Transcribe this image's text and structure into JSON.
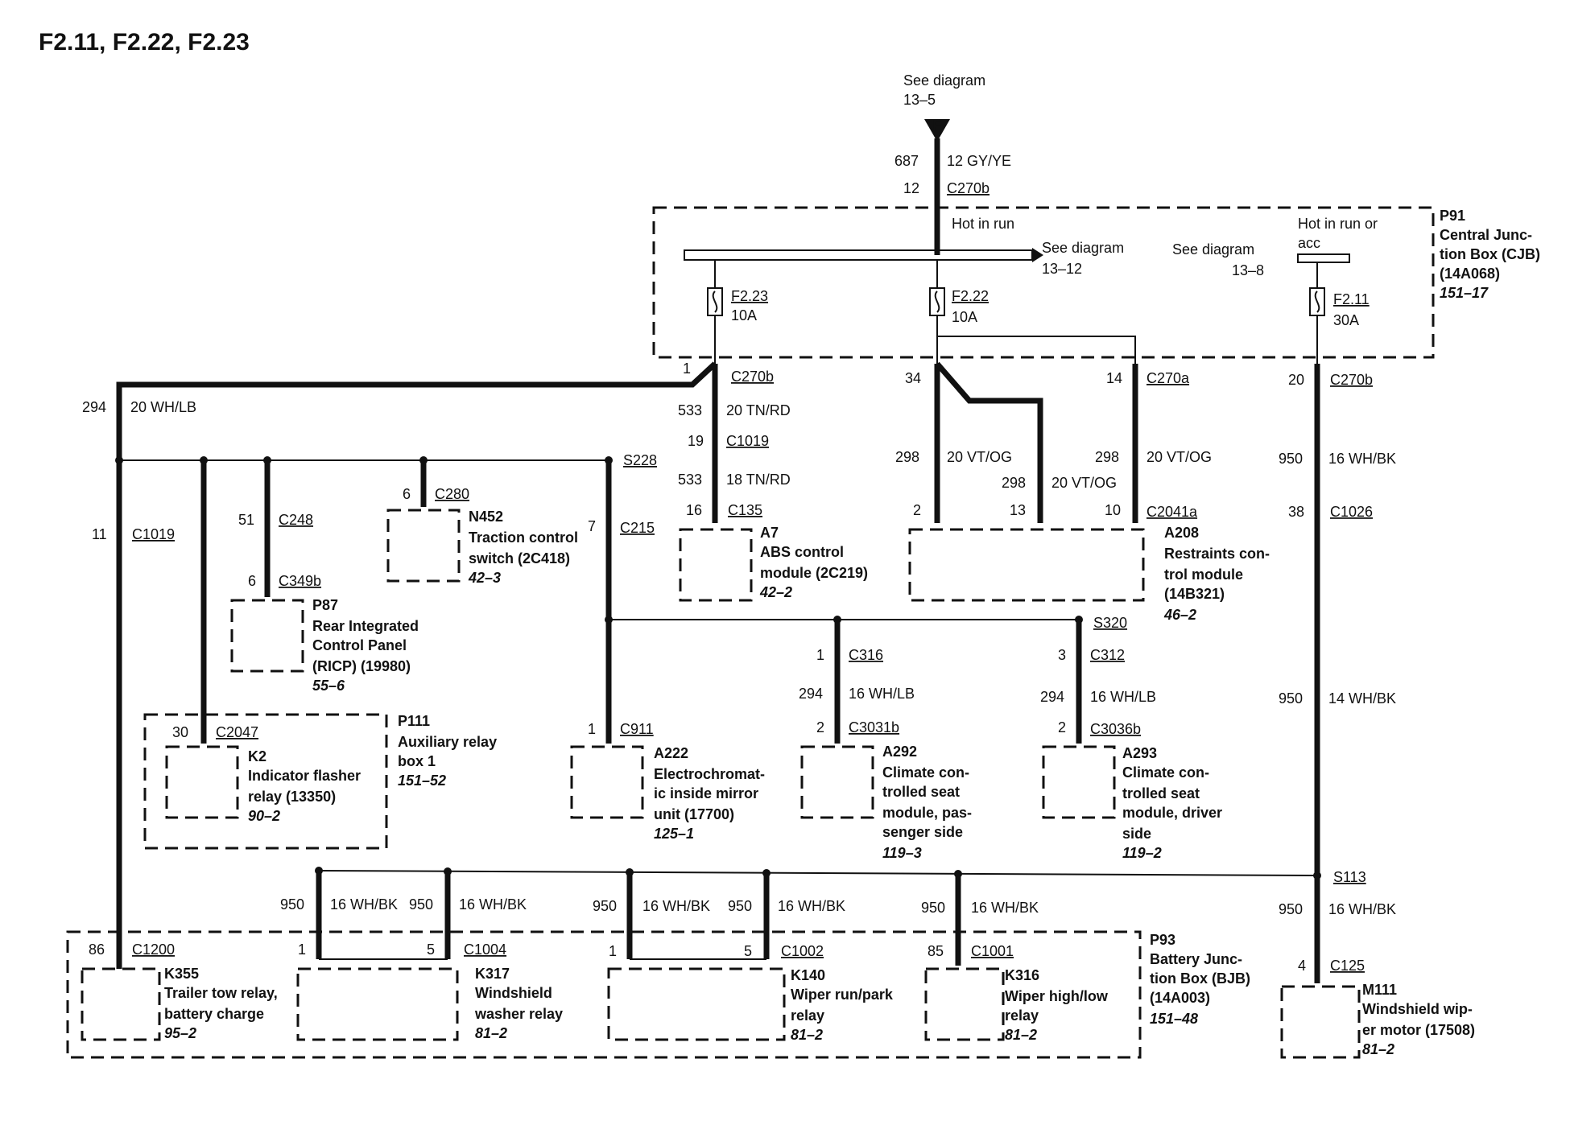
{
  "title": "F2.11, F2.22, F2.23",
  "top_ref": {
    "line1": "See diagram",
    "line2": "13–5",
    "symbol": "F"
  },
  "labels": {
    "c687": "687",
    "gyye": "12 GY/YE",
    "c12": "12",
    "c270b_top": "C270b",
    "hot_run": "Hot in run",
    "see_1312_a": "See diagram",
    "see_1312_b": "13–12",
    "see_138_a": "See diagram",
    "see_138_b": "13–8",
    "hot_runacc_a": "Hot in run or",
    "hot_runacc_b": "acc",
    "f223": "F2.23",
    "f223a": "10A",
    "f222": "F2.22",
    "f222a": "10A",
    "f211": "F2.11",
    "f211a": "30A",
    "p91_id": "P91",
    "p91_l1": "Central Junc-",
    "p91_l2": "tion Box (CJB)",
    "p91_l3": "(14A068)",
    "p91_ref": "151–17",
    "w294": "294",
    "whlb20": "20 WH/LB",
    "pin1": "1",
    "c270b_a": "C270b",
    "w533a": "533",
    "tnrd20": "20 TN/RD",
    "pin19": "19",
    "c1019_a": "C1019",
    "w533b": "533",
    "tnrd18": "18 TN/RD",
    "pin16": "16",
    "c135": "C135",
    "pin34": "34",
    "pin14": "14",
    "c270a": "C270a",
    "w298a": "298",
    "vtog_a": "20 VT/OG",
    "w298b": "298",
    "vtog_b": "20 VT/OG",
    "w298c": "298",
    "vtog_c": "20 VT/OG",
    "pin2": "2",
    "pin13": "13",
    "pin10": "10",
    "c2041a": "C2041a",
    "pin20": "20",
    "c270b_b": "C270b",
    "w950a": "950",
    "whbk16a": "16 WH/BK",
    "pin38": "38",
    "c1026": "C1026",
    "w950b": "950",
    "whbk14": "14 WH/BK",
    "s113": "S113",
    "w950c": "950",
    "whbk16b": "16 WH/BK",
    "pin4": "4",
    "c125": "C125",
    "pin11": "11",
    "c1019_b": "C1019",
    "pin51": "51",
    "c248": "C248",
    "pin6a": "6",
    "c349b": "C349b",
    "pin6b": "6",
    "c280": "C280",
    "s228": "S228",
    "pin7": "7",
    "c215": "C215",
    "pin30": "30",
    "c2047": "C2047",
    "pin1b": "1",
    "c911": "C911",
    "pin1c": "1",
    "c316": "C316",
    "w294b": "294",
    "whlb16a": "16 WH/LB",
    "pin2b": "2",
    "c3031b": "C3031b",
    "s320": "S320",
    "pin3": "3",
    "c312": "C312",
    "w294c": "294",
    "whlb16b": "16 WH/LB",
    "pin2c": "2",
    "c3036b": "C3036b",
    "w950d": "950",
    "whbk16c": "16 WH/BK",
    "w950e": "950",
    "whbk16d": "16 WH/BK",
    "w950f": "950",
    "whbk16e": "16 WH/BK",
    "w950g": "950",
    "whbk16f": "16 WH/BK",
    "w950h": "950",
    "whbk16g": "16 WH/BK",
    "pin86": "86",
    "c1200": "C1200",
    "pin1d": "1",
    "pin5a": "5",
    "c1004": "C1004",
    "pin1e": "1",
    "pin5b": "5",
    "c1002": "C1002",
    "pin85": "85",
    "c1001": "C1001",
    "p93_id": "P93",
    "p93_l1": "Battery Junc-",
    "p93_l2": "tion Box (BJB)",
    "p93_l3": "(14A003)",
    "p93_ref": "151–48"
  },
  "components": {
    "a7": {
      "id": "A7",
      "l1": "ABS control",
      "l2": "module (2C219)",
      "ref": "42–2"
    },
    "a208": {
      "id": "A208",
      "l1": "Restraints con-",
      "l2": "trol module",
      "l3": "(14B321)",
      "ref": "46–2"
    },
    "n452": {
      "id": "N452",
      "l1": "Traction control",
      "l2": "switch (2C418)",
      "ref": "42–3"
    },
    "p87": {
      "id": "P87",
      "l1": "Rear Integrated",
      "l2": "Control Panel",
      "l3": "(RICP) (19980)",
      "ref": "55–6"
    },
    "p111": {
      "id": "P111",
      "l1": "Auxiliary relay",
      "l2": "box 1",
      "ref": "151–52"
    },
    "k2": {
      "id": "K2",
      "l1": "Indicator flasher",
      "l2": "relay (13350)",
      "ref": "90–2"
    },
    "a222": {
      "id": "A222",
      "l1": "Electrochromat-",
      "l2": "ic inside mirror",
      "l3": "unit (17700)",
      "ref": "125–1"
    },
    "a292": {
      "id": "A292",
      "l1": "Climate con-",
      "l2": "trolled seat",
      "l3": "module, pas-",
      "l4": "senger side",
      "ref": "119–3"
    },
    "a293": {
      "id": "A293",
      "l1": "Climate con-",
      "l2": "trolled seat",
      "l3": "module, driver",
      "l4": "side",
      "ref": "119–2"
    },
    "k355": {
      "id": "K355",
      "l1": "Trailer tow relay,",
      "l2": "battery charge",
      "ref": "95–2"
    },
    "k317": {
      "id": "K317",
      "l1": "Windshield",
      "l2": "washer relay",
      "ref": "81–2"
    },
    "k140": {
      "id": "K140",
      "l1": "Wiper run/park",
      "l2": "relay",
      "ref": "81–2"
    },
    "k316": {
      "id": "K316",
      "l1": "Wiper high/low",
      "l2": "relay",
      "ref": "81–2"
    },
    "m111": {
      "id": "M111",
      "l1": "Windshield wip-",
      "l2": "er motor (17508)",
      "ref": "81–2"
    }
  }
}
